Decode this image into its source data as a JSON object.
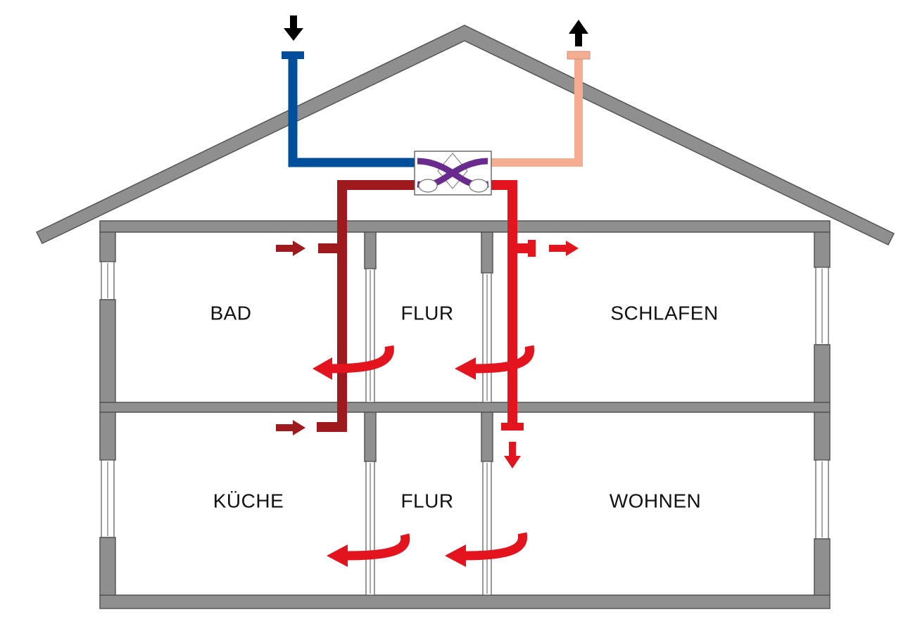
{
  "colors": {
    "outdoor_air": "#004f9c",
    "exhaust_to_outside": "#f4ad90",
    "extract_air": "#9e1a1f",
    "supply_air": "#e3141d",
    "heat_exchanger_cross": "#6a2b8e",
    "wall": "#8f8f8f",
    "outline": "#555555",
    "label": "#111111"
  },
  "icons": {
    "intake_arrow": "arrow-down-icon",
    "outlet_arrow": "arrow-up-icon",
    "heat_exchanger": "heat-exchanger-icon"
  },
  "rooms": {
    "upper": {
      "left": "BAD",
      "middle": "FLUR",
      "right": "SCHLAFEN"
    },
    "lower": {
      "left": "KÜCHE",
      "middle": "FLUR",
      "right": "WOHNEN"
    }
  }
}
